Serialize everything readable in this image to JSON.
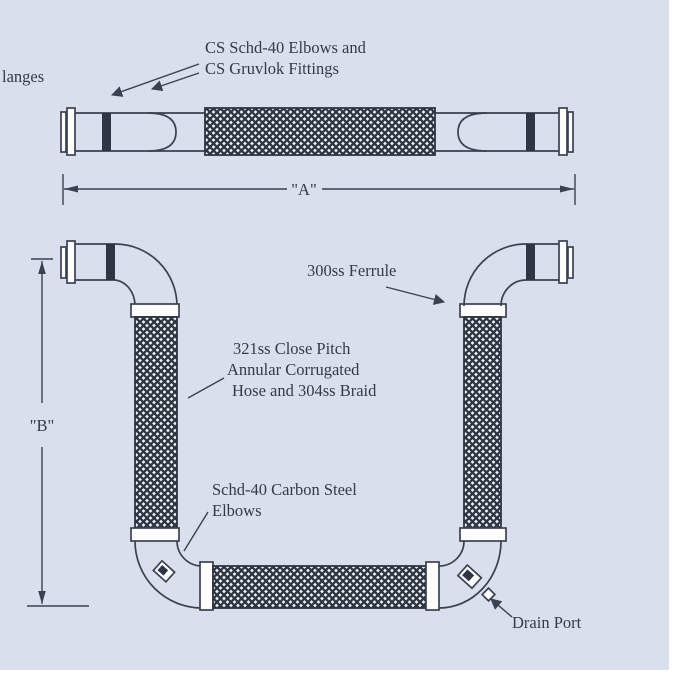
{
  "colors": {
    "background": "#d9dfec",
    "line": "#3a4150",
    "text": "#333b4a",
    "weld_band": "#2e3544",
    "edge_strip": "#ffffff"
  },
  "labels": {
    "flanges_partial": "langes",
    "fittings_line1": "CS Schd-40 Elbows and",
    "fittings_line2": "CS Gruvlok Fittings",
    "dim_a": "\"A\"",
    "dim_b": "\"B\"",
    "ferrule": "300ss Ferrule",
    "hose_line1": "321ss Close Pitch",
    "hose_line2": "Annular Corrugated",
    "hose_line3": "Hose and 304ss Braid",
    "elbows_line1": "Schd-40 Carbon Steel",
    "elbows_line2": "Elbows",
    "drain_port": "Drain Port"
  }
}
